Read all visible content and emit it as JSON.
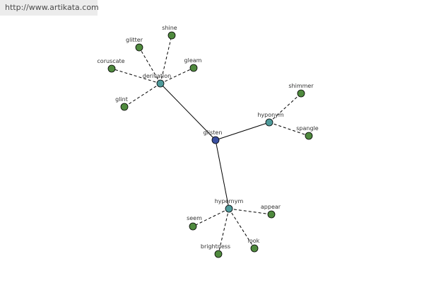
{
  "watermark": "http://www.artikata.com",
  "colors": {
    "root": "#3a4fa0",
    "relation": "#4e9a9a",
    "word": "#4f8a3e"
  },
  "nodes": {
    "root": "glisten",
    "derivation": "derivation",
    "hyponym": "hyponym",
    "hypernym": "hypernym",
    "shine": "shine",
    "glitter": "glitter",
    "coruscate": "coruscate",
    "gleam": "gleam",
    "glint": "glint",
    "shimmer": "shimmer",
    "spangle": "spangle",
    "appear": "appear",
    "seem": "seem",
    "brightness": "brightness",
    "look": "look"
  }
}
